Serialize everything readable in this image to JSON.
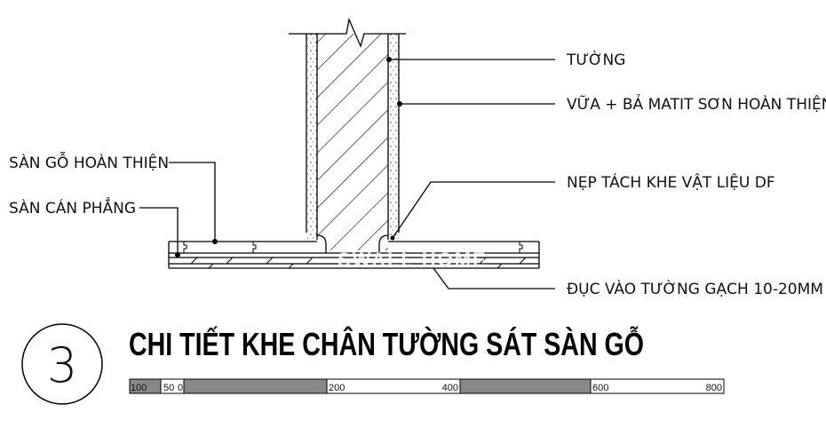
{
  "labels": {
    "wall": "TƯỜNG",
    "plaster": "VỮA + BẢ MATIT SƠN HOÀN THIỆN",
    "separator": "NẸP TÁCH KHE VẬT LIỆU DF",
    "chisel": "ĐỤC VÀO TƯỜNG GẠCH 10-20MM",
    "finished_floor": "SÀN GỖ HOÀN THIỆN",
    "screed": "SÀN CÁN PHẲNG"
  },
  "detail_number": "3",
  "title": "CHI TIẾT KHE CHÂN TƯỜNG SÁT SÀN GỖ",
  "scale_bar": {
    "ticks": [
      "100",
      "50",
      "0",
      "200",
      "400",
      "600",
      "800"
    ],
    "fill_dark": "#888888",
    "fill_light": "#ffffff"
  },
  "watermark": "SWALL HOME"
}
